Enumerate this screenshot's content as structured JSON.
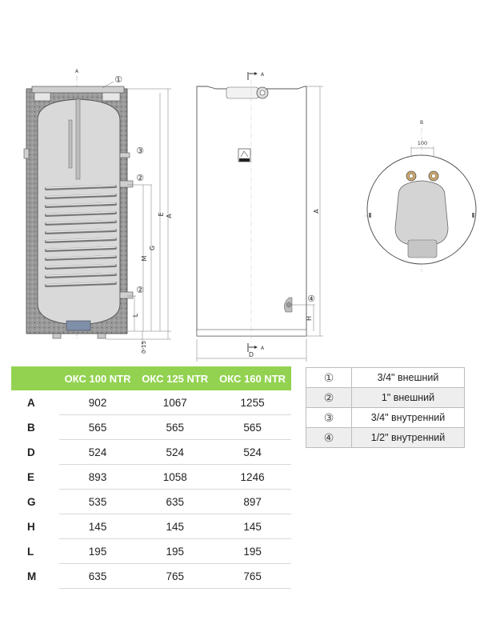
{
  "drawing": {
    "letters": {
      "A": "A",
      "B": "B",
      "D": "D",
      "E": "E",
      "G": "G",
      "H": "H",
      "L": "L",
      "M": "M",
      "gap": "0-15",
      "width100": "100"
    },
    "callouts": [
      "①",
      "②",
      "③",
      "④"
    ],
    "section_marker": "A"
  },
  "dimension_table": {
    "header_bg": "#93d251",
    "columns": [
      "ОКС 100 NTR",
      "ОКС 125 NTR",
      "ОКС 160 NTR"
    ],
    "rows": [
      {
        "label": "A",
        "values": [
          "902",
          "1067",
          "1255"
        ]
      },
      {
        "label": "B",
        "values": [
          "565",
          "565",
          "565"
        ]
      },
      {
        "label": "D",
        "values": [
          "524",
          "524",
          "524"
        ]
      },
      {
        "label": "E",
        "values": [
          "893",
          "1058",
          "1246"
        ]
      },
      {
        "label": "G",
        "values": [
          "535",
          "635",
          "897"
        ]
      },
      {
        "label": "H",
        "values": [
          "145",
          "145",
          "145"
        ]
      },
      {
        "label": "L",
        "values": [
          "195",
          "195",
          "195"
        ]
      },
      {
        "label": "M",
        "values": [
          "635",
          "765",
          "765"
        ]
      }
    ]
  },
  "connections": {
    "row_colors": [
      "#ffffff",
      "#eeeeee"
    ],
    "rows": [
      {
        "num": "①",
        "desc": "3/4\" внешний"
      },
      {
        "num": "②",
        "desc": "1\" внешний"
      },
      {
        "num": "③",
        "desc": "3/4\" внутренний"
      },
      {
        "num": "④",
        "desc": "1/2\" внутренний"
      }
    ]
  }
}
